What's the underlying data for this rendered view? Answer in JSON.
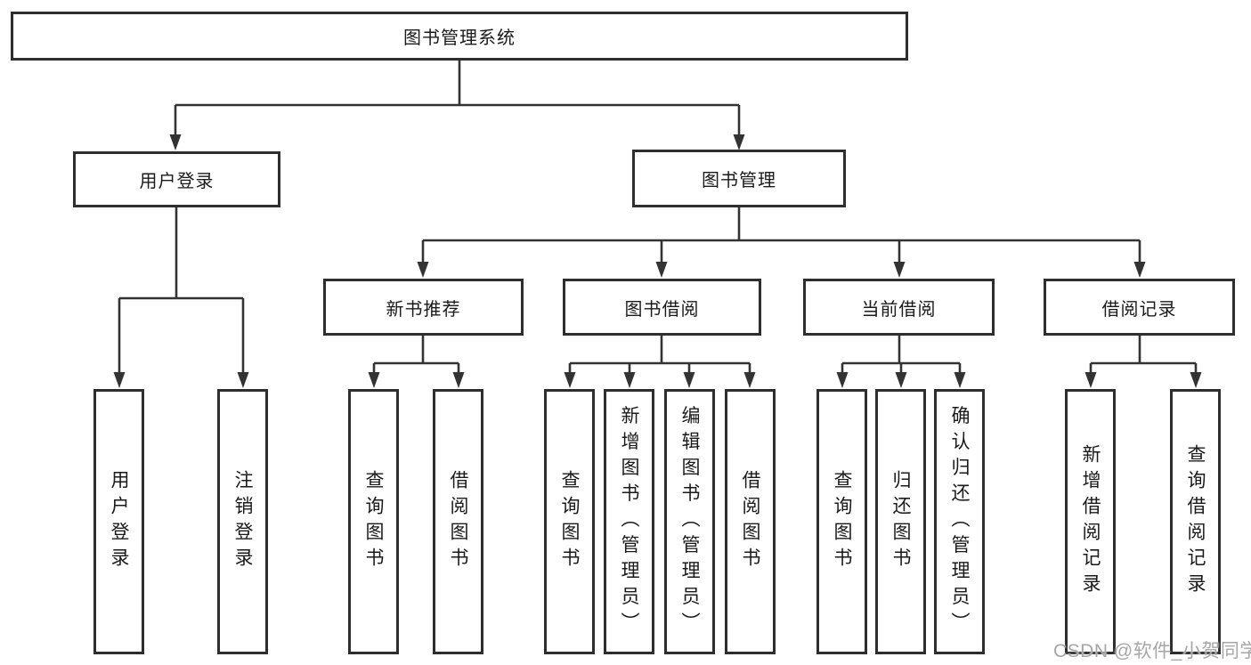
{
  "diagram": {
    "nodes": {
      "root": "图书管理系统",
      "user_login": "用户登录",
      "book_management": "图书管理",
      "new_book_recommend": "新书推荐",
      "book_borrow": "图书借阅",
      "current_borrow": "当前借阅",
      "borrow_record": "借阅记录"
    },
    "leaves": {
      "user_login": [
        "用户登录",
        "注销登录"
      ],
      "new_book_recommend": [
        "查询图书",
        "借阅图书"
      ],
      "book_borrow": [
        "查询图书",
        "新增图书（管理员）",
        "编辑图书（管理员）",
        "借阅图书"
      ],
      "current_borrow": [
        "查询图书",
        "归还图书",
        "确认归还（管理员）"
      ],
      "borrow_record": [
        "新增借阅记录",
        "查询借阅记录"
      ]
    },
    "colors": {
      "line": "#333333",
      "border": "#2e2e2e",
      "text": "#1a1a1a",
      "watermark": "#a6a6a6",
      "background": "#ffffff"
    }
  },
  "watermark": {
    "text": "CSDN @软件_小贺同学"
  }
}
